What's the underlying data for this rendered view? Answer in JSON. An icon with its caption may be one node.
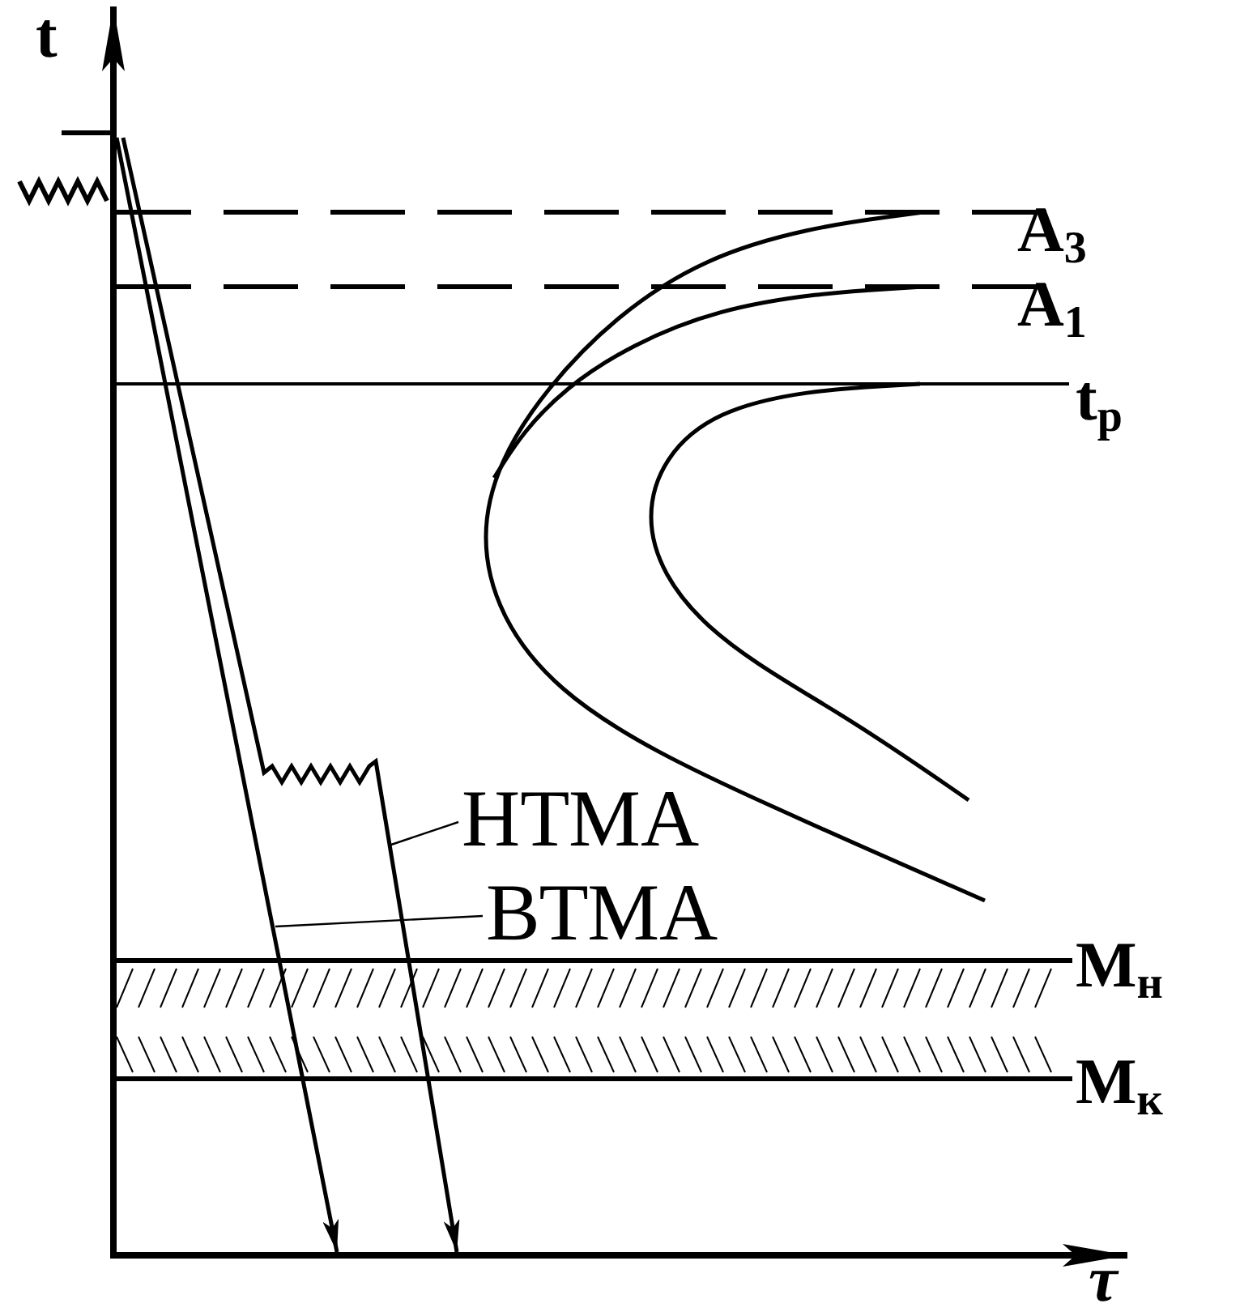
{
  "diagram": {
    "nodes": [
      {
        "text": [
          "НТМА"
        ]
      },
      {
        "text": [
          "ВТМА"
        ]
      }
    ],
    "edges": [
      {
        "from": 0,
        "to": null,
        "arrow": "none"
      },
      {
        "from": 1,
        "to": null,
        "arrow": "none"
      }
    ],
    "labels": [
      "t",
      "A$_{3}$",
      "A$_{1}$",
      "t$_{р}$",
      "M$_{н}$",
      "M$_{к}$",
      "τ"
    ]
  }
}
